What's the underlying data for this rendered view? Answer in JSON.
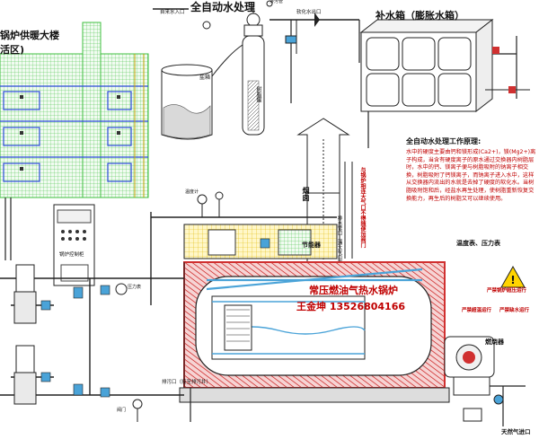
{
  "building": {
    "title": "锅炉供暖大楼",
    "subtitle": "活区)"
  },
  "water_treatment": {
    "title": "全自动水处理",
    "tank_label": "盐箱",
    "resin_label": "树脂罐",
    "tap_water_label": "自来水入口",
    "drain_label": "软化水出口",
    "top_label": "排污管"
  },
  "expansion_tank": {
    "title": "补水箱（膨胀水箱）"
  },
  "explanation": {
    "title": "全自动水处理工作原理:",
    "body": "水中的硬度主要由钙和镁形成(Ca2+)，镁(Mg2+)离子构成，当含有硬度离子的原水通过交换器内树脂层时，水中的钙、镁离子便与树脂吸附的钠离子相交换，树脂吸附了钙镁离子，而钠离子进入水中，这样从交换器内流出的水就是去掉了硬度的软化水。当树脂吸附饱和后，经盐水再生处理，使树脂重新恢复交换能力，再生后的树脂又可以继续使用。"
  },
  "chimney": {
    "label": "烟囱",
    "note": "与锅炉相连大气口不得随便加阀门",
    "vent_label": "排水管口（通大气口）"
  },
  "economizer": {
    "label": "节能器"
  },
  "control_cabinet": {
    "label": "锅炉控制柜"
  },
  "boiler": {
    "title": "常压燃油气热水锅炉",
    "contact": "王金坤  13526804166"
  },
  "instruments": {
    "thermo_pressure": "温度表、压力表",
    "warning_1": "严禁锅炉超压运行",
    "warning_2": "严禁超温运行",
    "warning_3": "严禁缺水运行",
    "burner": "燃烧器",
    "gas_inlet": "天然气进口",
    "drain_outlet": "排污口（接至排污井）",
    "thermometer": "温度计",
    "pressure_gauge": "压力表",
    "valve_label": "阀门"
  },
  "colors": {
    "pipe": "#222222",
    "water_blue": "#4aa3d8",
    "brick_red": "#d03030",
    "grid_green": "#3fbf3f",
    "building_blue": "#2a4ad8",
    "hatch_yellow": "#e6c200",
    "text_red": "#c00000"
  }
}
